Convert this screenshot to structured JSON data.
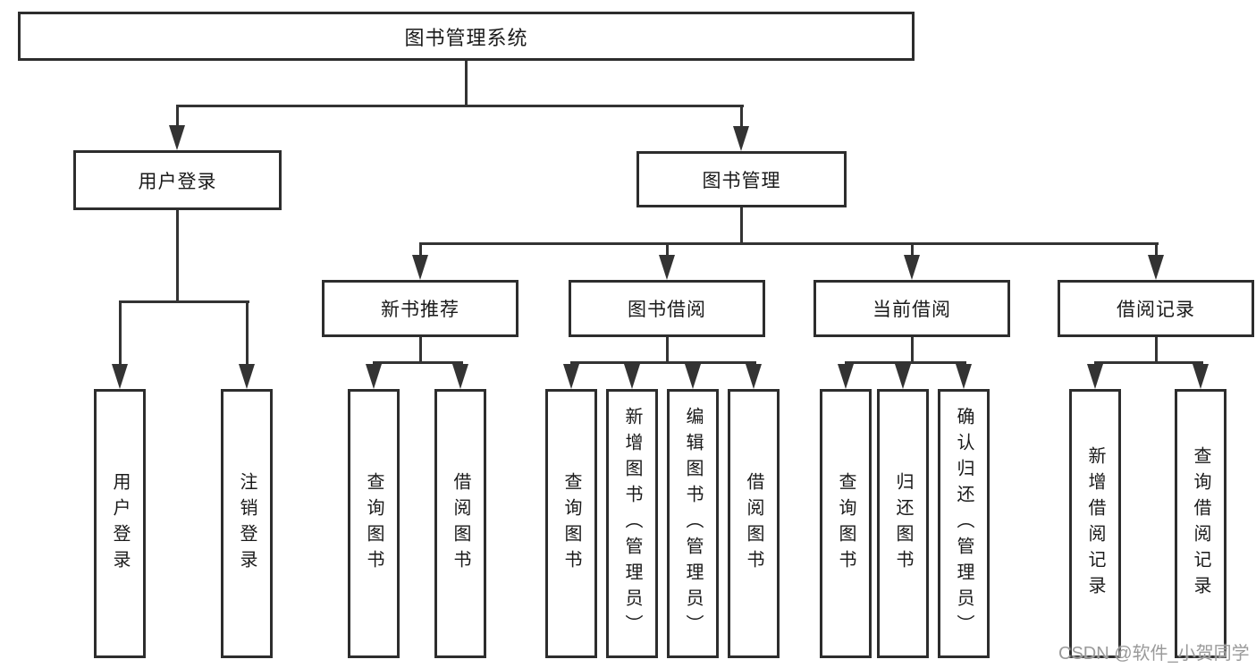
{
  "title": "图书管理系统",
  "level2": [
    "用户登录",
    "图书管理"
  ],
  "level3": [
    "新书推荐",
    "图书借阅",
    "当前借阅",
    "借阅记录"
  ],
  "leaves": [
    "用户登录",
    "注销登录",
    "查询图书",
    "借阅图书",
    "查询图书",
    "新增图书（管理员）",
    "编辑图书（管理员）",
    "借阅图书",
    "查询图书",
    "归还图书",
    "确认归还（管理员）",
    "新增借阅记录",
    "查询借阅记录"
  ],
  "watermark": "CSDN @软件_小贺同学",
  "colors": {
    "line": "#333333",
    "node_border": "#2d2d2d",
    "node_fill": "#ffffff",
    "text": "#1a1a1a",
    "watermark": "#9a9a9a",
    "background": "#ffffff"
  }
}
